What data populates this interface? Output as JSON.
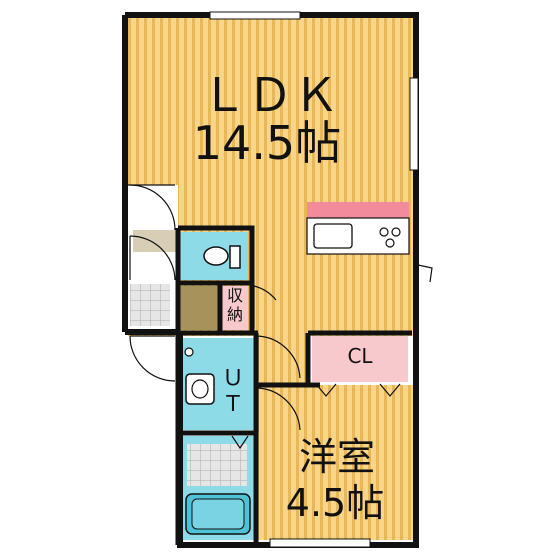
{
  "rooms": {
    "ldk": {
      "name": "ＬＤＫ",
      "size": "14.5帖"
    },
    "western": {
      "name": "洋室",
      "size": "4.5帖"
    },
    "closet": {
      "label": "CL"
    },
    "storage": {
      "label_line1": "収",
      "label_line2": "納"
    },
    "utility": {
      "label_line1": "Ｕ",
      "label_line2": "Ｔ"
    }
  },
  "colors": {
    "wall": "#111111",
    "floor_wood_base": "#f9d58a",
    "floor_wood_stripe": "#e8b758",
    "wet_area": "#8edbe8",
    "bath_tub": "#4cc3d6",
    "closet": "#f7c9cc",
    "storage": "#a6925a",
    "kitchen": "#f28b9b",
    "floor_tile": "#dcdcdc"
  }
}
